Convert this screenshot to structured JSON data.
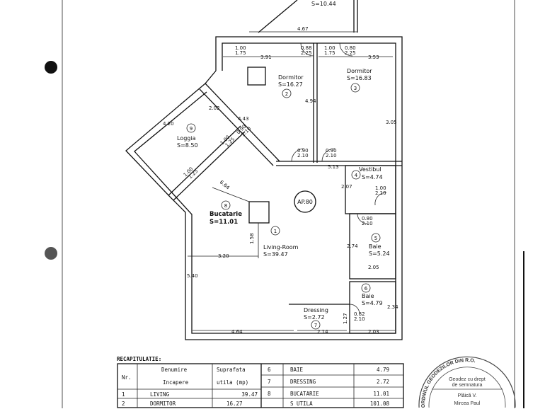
{
  "plan": {
    "apartment": "AP.80",
    "balcony_area": "S=10.44",
    "rooms": [
      {
        "nr": "1",
        "name": "Living-Room",
        "area": "S=39.47"
      },
      {
        "nr": "2",
        "name": "Dormitor",
        "area": "S=16.27"
      },
      {
        "nr": "3",
        "name": "Dormitor",
        "area": "S=16.83"
      },
      {
        "nr": "4",
        "name": "Vestibul",
        "area": "S=4.74"
      },
      {
        "nr": "5",
        "name": "Baie",
        "area": "S=5.24"
      },
      {
        "nr": "6",
        "name": "Baie",
        "area": "S=4.79"
      },
      {
        "nr": "7",
        "name": "Dressing",
        "area": "S=2.72"
      },
      {
        "nr": "8",
        "name": "Bucatarie",
        "area": "S=11.01"
      },
      {
        "nr": "9",
        "name": "Loggia",
        "area": "S=8.50"
      }
    ],
    "dimensions": [
      "4.67",
      "3.91",
      "3.53",
      "4.94",
      "3.05",
      "2.02",
      "4.43",
      "4.20",
      "5.13",
      "2.07",
      "1.58",
      "3.20",
      "5.40",
      "2.74",
      "2.05",
      "2.34",
      "4.64",
      "2.14",
      "2.03",
      "1.27",
      "6.64"
    ],
    "openings": [
      {
        "w": "1.00",
        "h": "1.75"
      },
      {
        "w": "0.88",
        "h": "2.25"
      },
      {
        "w": "1.00",
        "h": "1.75"
      },
      {
        "w": "0.80",
        "h": "2.25"
      },
      {
        "w": "0.90",
        "h": "2.10"
      },
      {
        "w": "0.90",
        "h": "2.10"
      },
      {
        "w": "1.00",
        "h": "2.10"
      },
      {
        "w": "0.80",
        "h": "2.10"
      },
      {
        "w": "0.82",
        "h": "2.10"
      },
      {
        "w": "1.00",
        "h": "1.25"
      },
      {
        "w": "1.00",
        "h": "1.25"
      },
      {
        "w": "0.90",
        "h": "2.10"
      }
    ]
  },
  "table": {
    "title": "RECAPITULATIE:",
    "headers": {
      "nr": "Nr.",
      "name_1": "Denumire",
      "name_2": "Incapere",
      "area_1": "Suprafata",
      "area_2": "utila (mp)"
    },
    "rows_left": [
      {
        "nr": "1",
        "name": "LIVING",
        "area": "39.47"
      },
      {
        "nr": "2",
        "name": "DORMITOR",
        "area": "16.27"
      }
    ],
    "rows_right": [
      {
        "nr": "6",
        "name": "BAIE",
        "area": "4.79"
      },
      {
        "nr": "7",
        "name": "DRESSING",
        "area": "2.72"
      },
      {
        "nr": "8",
        "name": "BUCATARIE",
        "area": "11.01"
      },
      {
        "nr": "",
        "name": "S UTILA",
        "area": "101.08"
      }
    ]
  },
  "stamp": {
    "ring_text": "ORDINUL GEODEZILOR DIN R.O.",
    "line1": "Geodez cu drept",
    "line2": "de semnatura",
    "name1": "Plăică V.",
    "name2": "Mircea Paul"
  }
}
